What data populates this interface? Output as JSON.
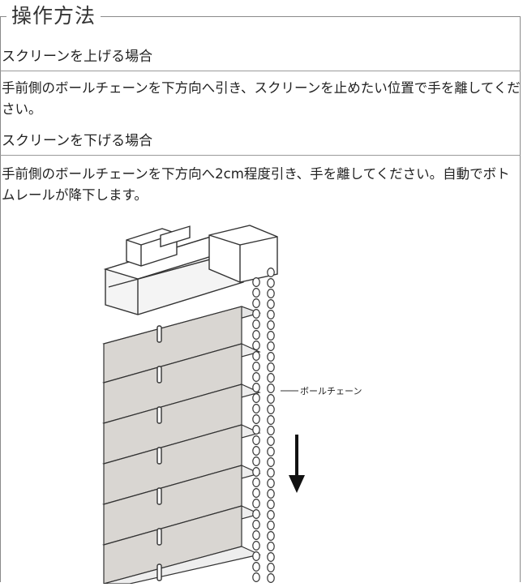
{
  "page": {
    "title": "操作方法"
  },
  "sections": [
    {
      "heading": "スクリーンを上げる場合",
      "body": "手前側のボールチェーンを下方向へ引き、スクリーンを止めたい位置で手を離してください。"
    },
    {
      "heading": "スクリーンを下げる場合",
      "body": "手前側のボールチェーンを下方向へ2cm程度引き、手を離してください。自動でボトムレールが降下します。"
    }
  ],
  "illustration": {
    "callout_label": "ボールチェーン"
  }
}
